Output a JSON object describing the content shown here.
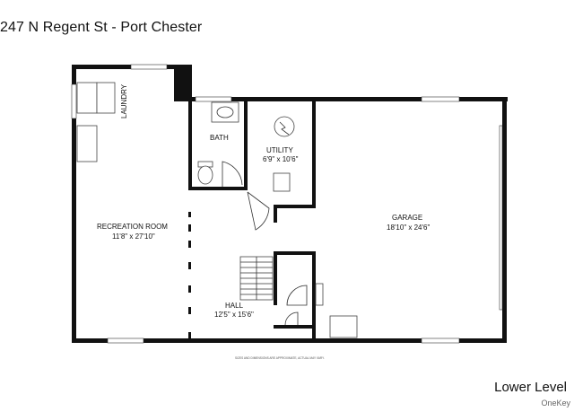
{
  "title": "247 N Regent St - Port Chester",
  "level": "Lower Level",
  "brand": "OneKey",
  "disclaimer": "SIZES AND DIMENSIONS ARE APPROXIMATE, ACTUAL MAY VARY.",
  "rooms": {
    "laundry": {
      "name": "LAUNDRY"
    },
    "bath": {
      "name": "BATH"
    },
    "utility": {
      "name": "UTILITY",
      "dims": "6'9\" x 10'6\""
    },
    "garage": {
      "name": "GARAGE",
      "dims": "18'10\" x 24'6\""
    },
    "recreation": {
      "name": "RECREATION ROOM",
      "dims": "11'8\" x 27'10\""
    },
    "hall": {
      "name": "HALL",
      "dims": "12'5\" x 15'6\""
    }
  },
  "icons": {
    "water-heater": "water-heater-icon",
    "stairs": "stairs-icon",
    "toilet": "toilet-icon",
    "sink": "sink-icon"
  }
}
